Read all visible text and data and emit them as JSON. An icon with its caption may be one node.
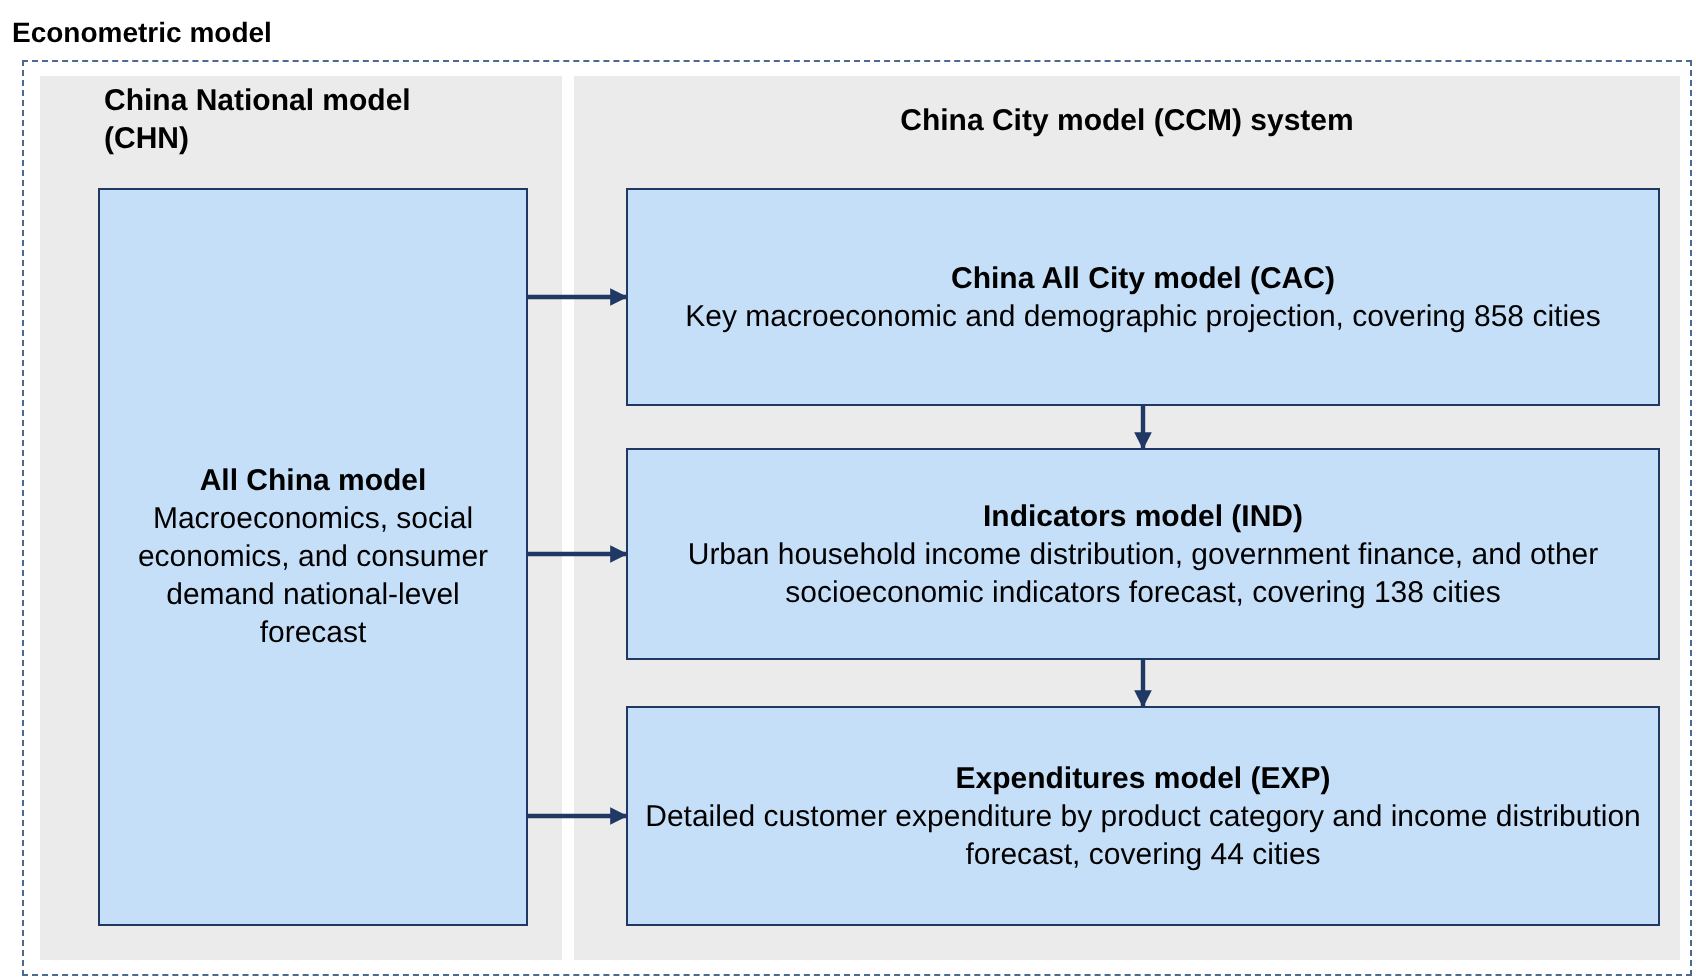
{
  "diagram": {
    "nodes": [
      {
        "text": [
          "Econometric model"
        ]
      },
      {
        "text": [
          "China National model (CHN)"
        ],
        "in": 0
      },
      {
        "text": [
          "All China model",
          "Macroeconomics, social economics, and consumer demand national-level forecast"
        ],
        "in": 1
      },
      {
        "text": [
          "China City model (CCM) system"
        ],
        "in": 0
      },
      {
        "text": [
          "China All City model (CAC)",
          "Key macroeconomic and demographic projection, covering 858 cities"
        ],
        "in": 3
      },
      {
        "text": [
          "Indicators model (IND)",
          "Urban household income distribution, government finance, and other socioeconomic indicators forecast, covering 138 cities"
        ],
        "in": 3
      },
      {
        "text": [
          "Expenditures model (EXP)",
          "Detailed customer expenditure by product category and income distribution forecast, covering 44 cities"
        ],
        "in": 3
      }
    ],
    "edges": [
      {
        "from": 2,
        "to": 4,
        "arrow": "to"
      },
      {
        "from": 2,
        "to": 5,
        "arrow": "to"
      },
      {
        "from": 2,
        "to": 6,
        "arrow": "to"
      },
      {
        "from": 4,
        "to": 5,
        "arrow": "to"
      },
      {
        "from": 5,
        "to": 6,
        "arrow": "to"
      }
    ]
  }
}
